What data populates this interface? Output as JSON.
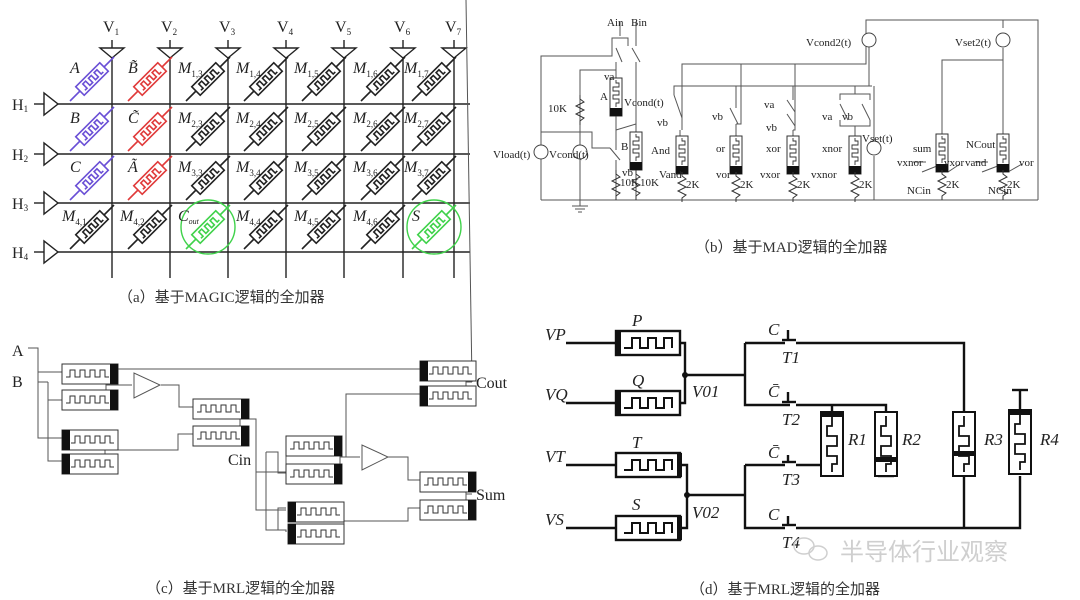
{
  "figure": {
    "panels": [
      {
        "id": "a",
        "caption": "（a）基于MAGIC逻辑的全加器",
        "column_labels": [
          "V1",
          "V2",
          "V3",
          "V4",
          "V5",
          "V6",
          "V7"
        ],
        "row_labels": [
          "H1",
          "H2",
          "H3",
          "H4"
        ],
        "cells": [
          [
            "A",
            "B̃",
            "M1,3",
            "M1,4",
            "M1,5",
            "M1,6",
            "M1,7"
          ],
          [
            "B",
            "C̃",
            "M2,3",
            "M2,4",
            "M2,5",
            "M2,6",
            "M2,7"
          ],
          [
            "C",
            "Ã",
            "M3,3",
            "M3,4",
            "M3,5",
            "M3,6",
            "M3,7"
          ],
          [
            "M4,1",
            "M4,2",
            "Cout",
            "M4,4",
            "M4,5",
            "M4,6",
            "S"
          ]
        ],
        "colors": {
          "input": "#6a4fd6",
          "inverted": "#e03a3a",
          "normal": "#222222",
          "output": "#3fd24a"
        },
        "highlighted_outputs": [
          "Cout",
          "S"
        ]
      },
      {
        "id": "b",
        "caption": "（b）基于MAD逻辑的全加器",
        "inputs": [
          "Ain",
          "Bin"
        ],
        "sources": [
          "Vload(t)",
          "Vcond(t)",
          "Vcond2(t)",
          "Vset(t)",
          "Vset2(t)"
        ],
        "input_memristors": [
          {
            "name": "A",
            "node": "va",
            "label": "Vcond(t)"
          },
          {
            "name": "B",
            "node": "vb"
          }
        ],
        "resistors": [
          "10K",
          "10K",
          "10K"
        ],
        "gates": [
          {
            "name": "And",
            "out": "Vand",
            "controls": [
              "vb"
            ],
            "resistor": "2K"
          },
          {
            "name": "or",
            "out": "vor",
            "controls": [
              "vb"
            ],
            "resistor": "2K"
          },
          {
            "name": "xor",
            "out": "vxor",
            "controls": [
              "va",
              "vb"
            ],
            "resistor": "2K"
          },
          {
            "name": "xnor",
            "out": "vxnor",
            "controls": [
              "va",
              "vb"
            ],
            "resistor": "2K"
          }
        ],
        "outputs": [
          {
            "name": "sum",
            "left_in": "vxnor",
            "right_in": "vxor",
            "ctrl": "NCin",
            "resistor": "2K"
          },
          {
            "name": "NCout",
            "left_in": "vand",
            "right_in": "vor",
            "ctrl": "NCin",
            "resistor": "2K"
          }
        ]
      },
      {
        "id": "c",
        "caption": "（c）基于MRL逻辑的全加器",
        "inputs": [
          "A",
          "B"
        ],
        "intermediate": "Cin",
        "outputs": [
          "Cout",
          "Sum"
        ]
      },
      {
        "id": "d",
        "caption": "（d）基于MRL逻辑的全加器",
        "sources": [
          "VP",
          "VQ",
          "VT",
          "VS"
        ],
        "memristors": [
          "P",
          "Q",
          "T",
          "S"
        ],
        "nodes": [
          "V01",
          "V02"
        ],
        "transistors": [
          {
            "name": "T1",
            "gate": "C"
          },
          {
            "name": "T2",
            "gate": "C̄"
          },
          {
            "name": "T3",
            "gate": "C̄"
          },
          {
            "name": "T4",
            "gate": "C"
          }
        ],
        "resistors": [
          "R1",
          "R2",
          "R3",
          "R4"
        ]
      }
    ]
  },
  "watermark": {
    "text": "半导体行业观察",
    "icon": "wechat-icon"
  }
}
